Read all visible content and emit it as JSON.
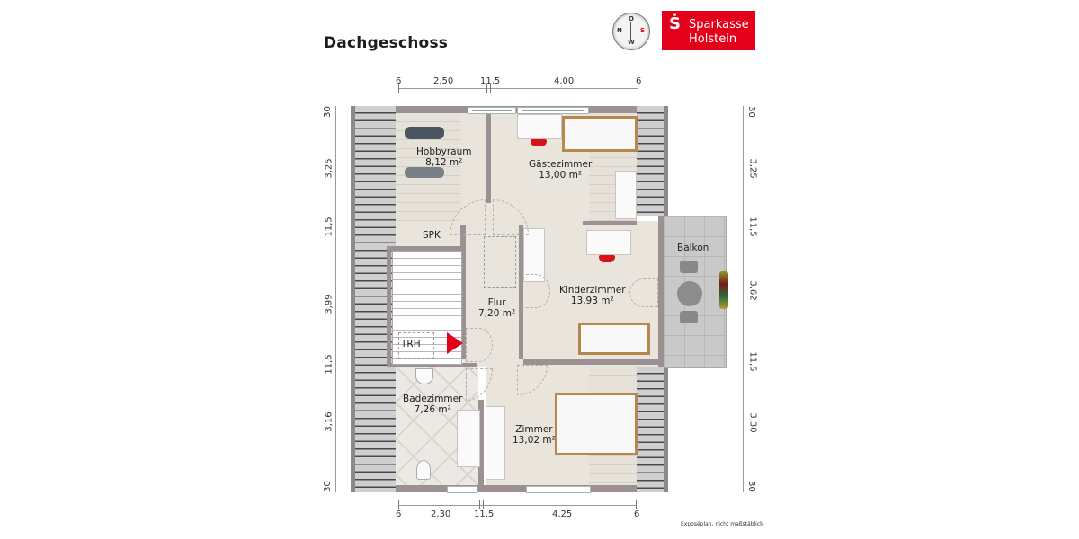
{
  "header": {
    "title": "Dachgeschoss",
    "compass": {
      "top": "O",
      "left": "N",
      "bottom": "W",
      "right": "S"
    },
    "logo": {
      "mark": "Ṡ",
      "line1": "Sparkasse",
      "line2": "Holstein",
      "color": "#e2001a"
    }
  },
  "dimensions": {
    "top": [
      "6",
      "2,50",
      "11,5",
      "4,00",
      "6"
    ],
    "bottom": [
      "6",
      "2,30",
      "11,5",
      "4,25",
      "6"
    ],
    "left": [
      "30",
      "3,25",
      "11,5",
      "3,99",
      "11,5",
      "3,16",
      "30"
    ],
    "right": [
      "30",
      "3,25",
      "11,5",
      "3,62",
      "11,5",
      "3,30",
      "30"
    ]
  },
  "rooms": [
    {
      "name": "Hobbyraum",
      "area": "8,12 m²"
    },
    {
      "name": "Gästezimmer",
      "area": "13,00 m²"
    },
    {
      "name": "SPK",
      "area": ""
    },
    {
      "name": "Balkon",
      "area": ""
    },
    {
      "name": "Kinderzimmer",
      "area": "13,93 m²"
    },
    {
      "name": "Flur",
      "area": "7,20 m²"
    },
    {
      "name": "TRH",
      "area": ""
    },
    {
      "name": "Badezimmer",
      "area": "7,26 m²"
    },
    {
      "name": "Zimmer",
      "area": "13,02 m²"
    }
  ],
  "footnote": "Exposéplan, nicht maßstäblich",
  "colors": {
    "accent_red": "#e2001a",
    "wall": "#9b9192",
    "floor": "#e9e5dd",
    "bed_frame": "#b5894e"
  }
}
